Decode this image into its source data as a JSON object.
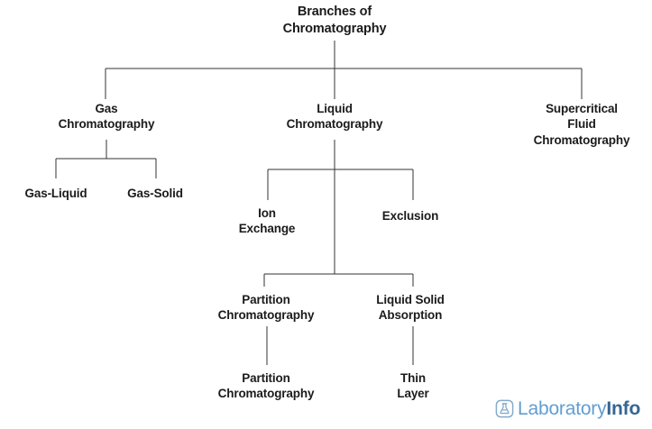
{
  "diagram": {
    "type": "tree",
    "title": "Branches of Chromatography",
    "background_color": "#ffffff",
    "line_color": "#333333",
    "text_color": "#1b1b1b",
    "nodes": {
      "root": "Branches of\nChromatography",
      "gas": "Gas\nChromatography",
      "liquid": "Liquid\nChromatography",
      "supercritical": "Supercritical\nFluid\nChromatography",
      "gas_liquid": "Gas-Liquid",
      "gas_solid": "Gas-Solid",
      "ion_exchange": "Ion\nExchange",
      "exclusion": "Exclusion",
      "partition": "Partition\nChromatography",
      "liquid_solid": "Liquid Solid\nAbsorption",
      "partition_leaf": "Partition\nChromatography",
      "thin_layer": "Thin\nLayer"
    }
  },
  "logo": {
    "icon_name": "flask-in-rounded-square-icon",
    "word_primary": "Laboratory",
    "word_secondary": "Info",
    "color_primary": "#5b9bd0",
    "color_secondary": "#2d5f8f"
  }
}
